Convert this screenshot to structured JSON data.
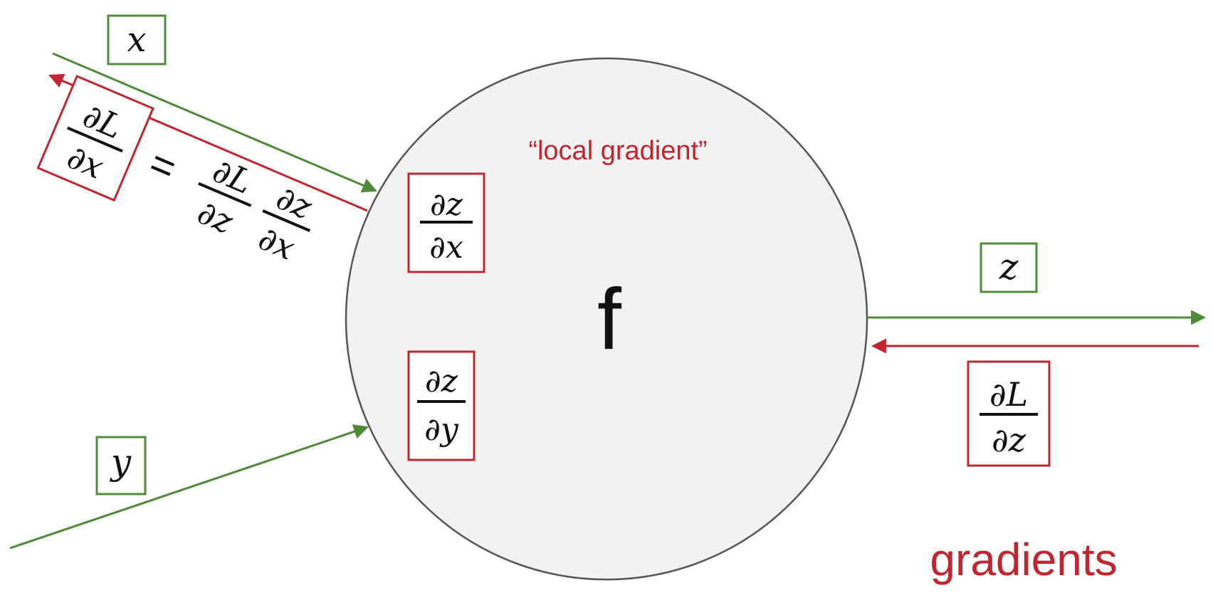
{
  "colors": {
    "forward": "#4f8a3a",
    "backward": "#c0262f",
    "node_fill": "#f2f2f2",
    "node_stroke": "#555555",
    "text": "#111111"
  },
  "node": {
    "label": "f"
  },
  "annotations": {
    "local_gradient": "“local gradient”",
    "gradients": "gradients"
  },
  "inputs": {
    "x": "x",
    "y": "y"
  },
  "output": {
    "z": "z"
  },
  "upstream": {
    "num": "∂L",
    "den": "∂z"
  },
  "local_dzdx": {
    "num": "∂z",
    "den": "∂x"
  },
  "local_dzdy": {
    "num": "∂z",
    "den": "∂y"
  },
  "dLdx": {
    "num": "∂L",
    "den": "∂x"
  },
  "equals": "=",
  "chain_first": {
    "num": "∂L",
    "den": "∂z"
  },
  "chain_second": {
    "num": "∂z",
    "den": "∂x"
  }
}
